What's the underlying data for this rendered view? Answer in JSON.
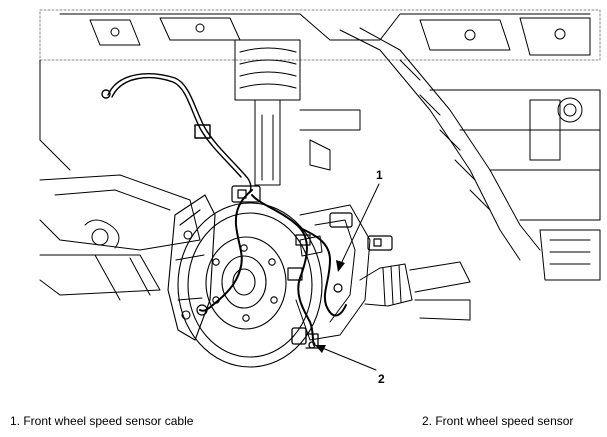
{
  "callouts": [
    {
      "number": "1",
      "target": "cable"
    },
    {
      "number": "2",
      "target": "sensor"
    }
  ],
  "legend": [
    {
      "label": "1. Front wheel speed sensor cable"
    },
    {
      "label": "2. Front wheel speed sensor"
    }
  ]
}
